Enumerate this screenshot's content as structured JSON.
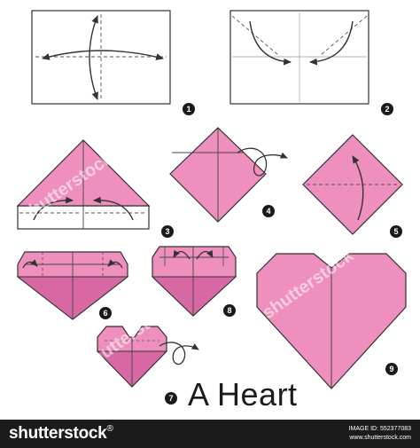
{
  "steps": [
    {
      "number": "1"
    },
    {
      "number": "2"
    },
    {
      "number": "3"
    },
    {
      "number": "4"
    },
    {
      "number": "5"
    },
    {
      "number": "6"
    },
    {
      "number": "7"
    },
    {
      "number": "8"
    },
    {
      "number": "9"
    }
  ],
  "title": "A Heart",
  "watermark": "shutterstock",
  "footer": {
    "brand": "shutterstock",
    "brand_mark": "®",
    "image_id": "IMAGE ID: 552377083",
    "site": "www.shutterstock.com"
  },
  "colors": {
    "paper_pink": "#ee8fbd",
    "paper_pink_dark": "#d868a3",
    "paper_pink_light": "#f6b6d3",
    "line": "#333333",
    "footer_bg": "#1b1b1b"
  }
}
